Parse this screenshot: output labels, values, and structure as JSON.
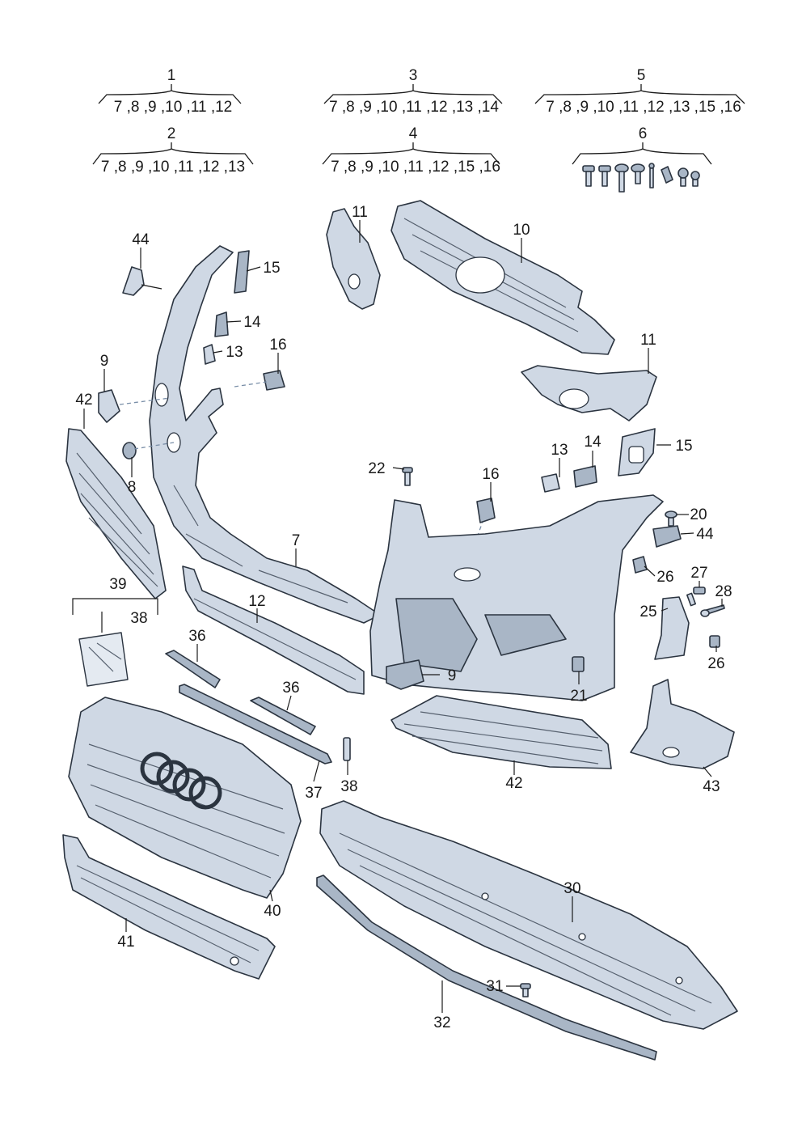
{
  "groups": [
    {
      "id": "1",
      "parts": "7 ,8 ,9 ,10 ,11 ,12"
    },
    {
      "id": "2",
      "parts": "7 ,8 ,9 ,10 ,11 ,12 ,13"
    },
    {
      "id": "3",
      "parts": "7 ,8 ,9 ,10 ,11 ,12 ,13 ,14"
    },
    {
      "id": "4",
      "parts": "7 ,8 ,9 ,10 ,11 ,12 ,15 ,16"
    },
    {
      "id": "5",
      "parts": "7 ,8 ,9 ,10 ,11 ,12 ,13 ,15 ,16"
    },
    {
      "id": "6",
      "parts": ""
    }
  ],
  "callouts": {
    "c44a": "44",
    "c15a": "15",
    "c14a": "14",
    "c13a": "13",
    "c16a": "16",
    "c9a": "9",
    "c42a": "42",
    "c8": "8",
    "c11a": "11",
    "c10": "10",
    "c11b": "11",
    "c22": "22",
    "c16b": "16",
    "c13b": "13",
    "c14b": "14",
    "c15b": "15",
    "c20": "20",
    "c44b": "44",
    "c7": "7",
    "c26a": "26",
    "c27": "27",
    "c28": "28",
    "c25": "25",
    "c26b": "26",
    "c12": "12",
    "c39": "39",
    "c38a": "38",
    "c36a": "36",
    "c36b": "36",
    "c9b": "9",
    "c21": "21",
    "c37": "37",
    "c38b": "38",
    "c42b": "42",
    "c43": "43",
    "c40": "40",
    "c41": "41",
    "c30": "30",
    "c31": "31",
    "c32": "32"
  }
}
